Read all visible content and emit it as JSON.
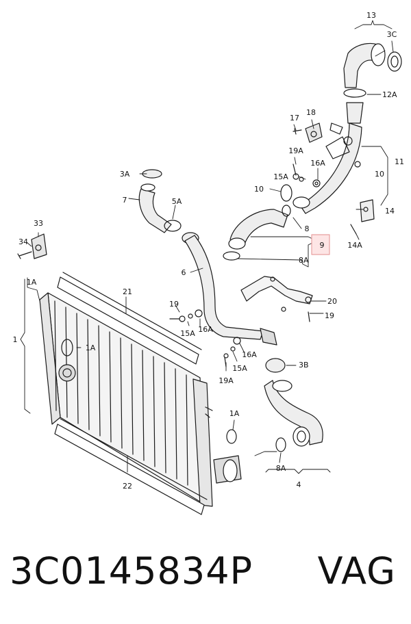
{
  "labels": {
    "l13": "13",
    "l3c": "3C",
    "l12a": "12A",
    "l17": "17",
    "l18": "18",
    "l19a_top": "19A",
    "l16a_top": "16A",
    "l15a_top": "15A",
    "l11": "11",
    "l10_left": "10",
    "l10_right": "10",
    "l3a": "3A",
    "l7": "7",
    "l5a": "5A",
    "l14": "14",
    "l14a": "14A",
    "l8": "8",
    "l9": "9",
    "l8a_mid": "8A",
    "l33": "33",
    "l34": "34",
    "l1a_left": "1A",
    "l21": "21",
    "l6": "6",
    "l20": "20",
    "l19_right": "19",
    "l19_mid": "19",
    "l15a_mid": "15A",
    "l16a_mid": "16A",
    "l1": "1",
    "l1a_inner": "1A",
    "l16a_low": "16A",
    "l15a_low": "15A",
    "l19a_low": "19A",
    "l3b": "3B",
    "l1a_right": "1A",
    "l8a_low": "8A",
    "l4": "4",
    "l22": "22"
  },
  "highlight": {
    "label": "9",
    "color": "#e8a0a0"
  },
  "footer": {
    "part_number": "3C0145834P",
    "brand": "VAG"
  }
}
